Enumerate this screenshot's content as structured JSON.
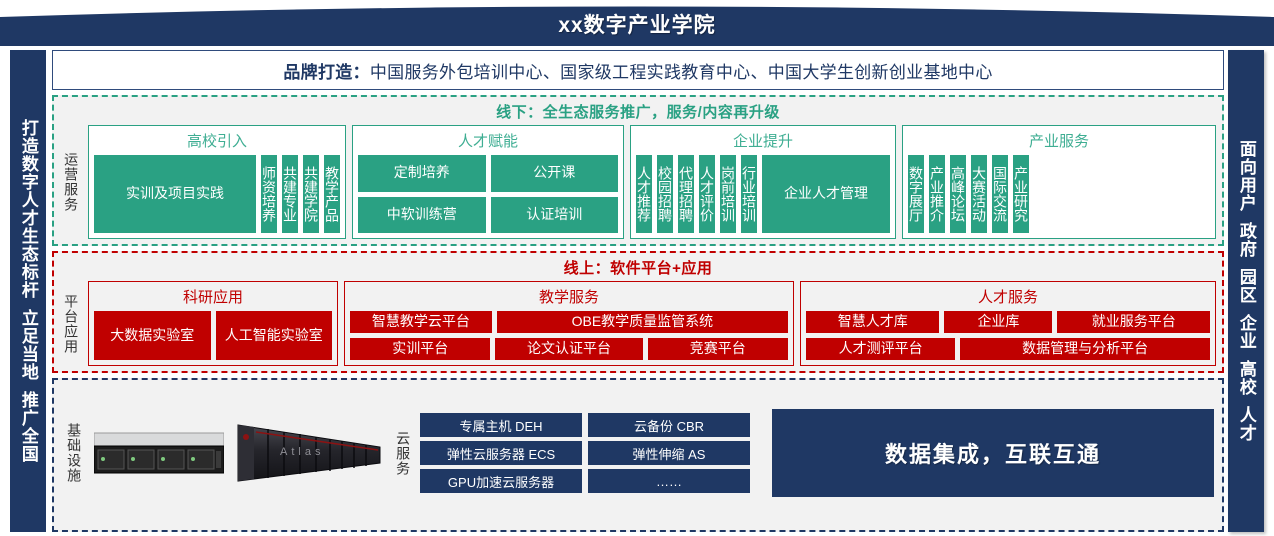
{
  "header": {
    "title": "xx数字产业学院"
  },
  "left_rail": {
    "lines": [
      "打造数字人才生态标杆",
      "立足当地",
      "推广全国"
    ]
  },
  "right_rail": {
    "lines": [
      "面向用户",
      "政府",
      "园区",
      "企业",
      "高校",
      "人才"
    ]
  },
  "brand": {
    "label": "品牌打造：",
    "text": "中国服务外包培训中心、国家级工程实践教育中心、中国大学生创新创业基地中心"
  },
  "offline": {
    "title": "线下：全生态服务推广，服务/内容再升级",
    "side_label": "运营服务",
    "groups": [
      {
        "title": "高校引入",
        "layout": "vertical-tiles",
        "tiles": [
          "实训及项目实践",
          "师资培养",
          "共建专业",
          "共建学院",
          "教学产品"
        ]
      },
      {
        "title": "人才赋能",
        "layout": "grid-2x2",
        "tiles": [
          "定制培养",
          "公开课",
          "中软训练营",
          "认证培训"
        ]
      },
      {
        "title": "企业提升",
        "layout": "vertical-tiles",
        "tiles": [
          "人才推荐",
          "校园招聘",
          "代理招聘",
          "人才评价",
          "岗前培训",
          "行业培训",
          "企业人才管理"
        ]
      },
      {
        "title": "产业服务",
        "layout": "vertical-tiles",
        "tiles": [
          "数字展厅",
          "产业推介",
          "高峰论坛",
          "大赛活动",
          "国际交流",
          "产业研究"
        ]
      }
    ]
  },
  "online": {
    "title": "线上：软件平台+应用",
    "side_label": "平台应用",
    "groups": [
      {
        "title": "科研应用",
        "rows": [
          [
            "大数据实验室",
            "人工智能实验室"
          ]
        ],
        "single_row": true
      },
      {
        "title": "教学服务",
        "rows": [
          [
            "智慧教学云平台",
            "OBE教学质量监管系统"
          ],
          [
            "实训平台",
            "论文认证平台",
            "竞赛平台"
          ]
        ]
      },
      {
        "title": "人才服务",
        "rows": [
          [
            "智慧人才库",
            "企业库",
            "就业服务平台"
          ],
          [
            "人才测评平台",
            "数据管理与分析平台"
          ]
        ]
      }
    ]
  },
  "infrastructure": {
    "side_label": "基础设施",
    "cloud_label": "云服务",
    "servers": [
      "rack-server-image",
      "atlas-cluster-image"
    ],
    "cloud_rows": [
      [
        "专属主机 DEH",
        "云备份 CBR"
      ],
      [
        "弹性云服务器 ECS",
        "弹性伸缩 AS"
      ],
      [
        "GPU加速云服务器",
        "……"
      ]
    ],
    "banner": "数据集成，互联互通"
  },
  "colors": {
    "navy": "#1F3864",
    "green": "#2AA183",
    "red": "#C00000",
    "panel_gray": "#F2F2F2"
  }
}
